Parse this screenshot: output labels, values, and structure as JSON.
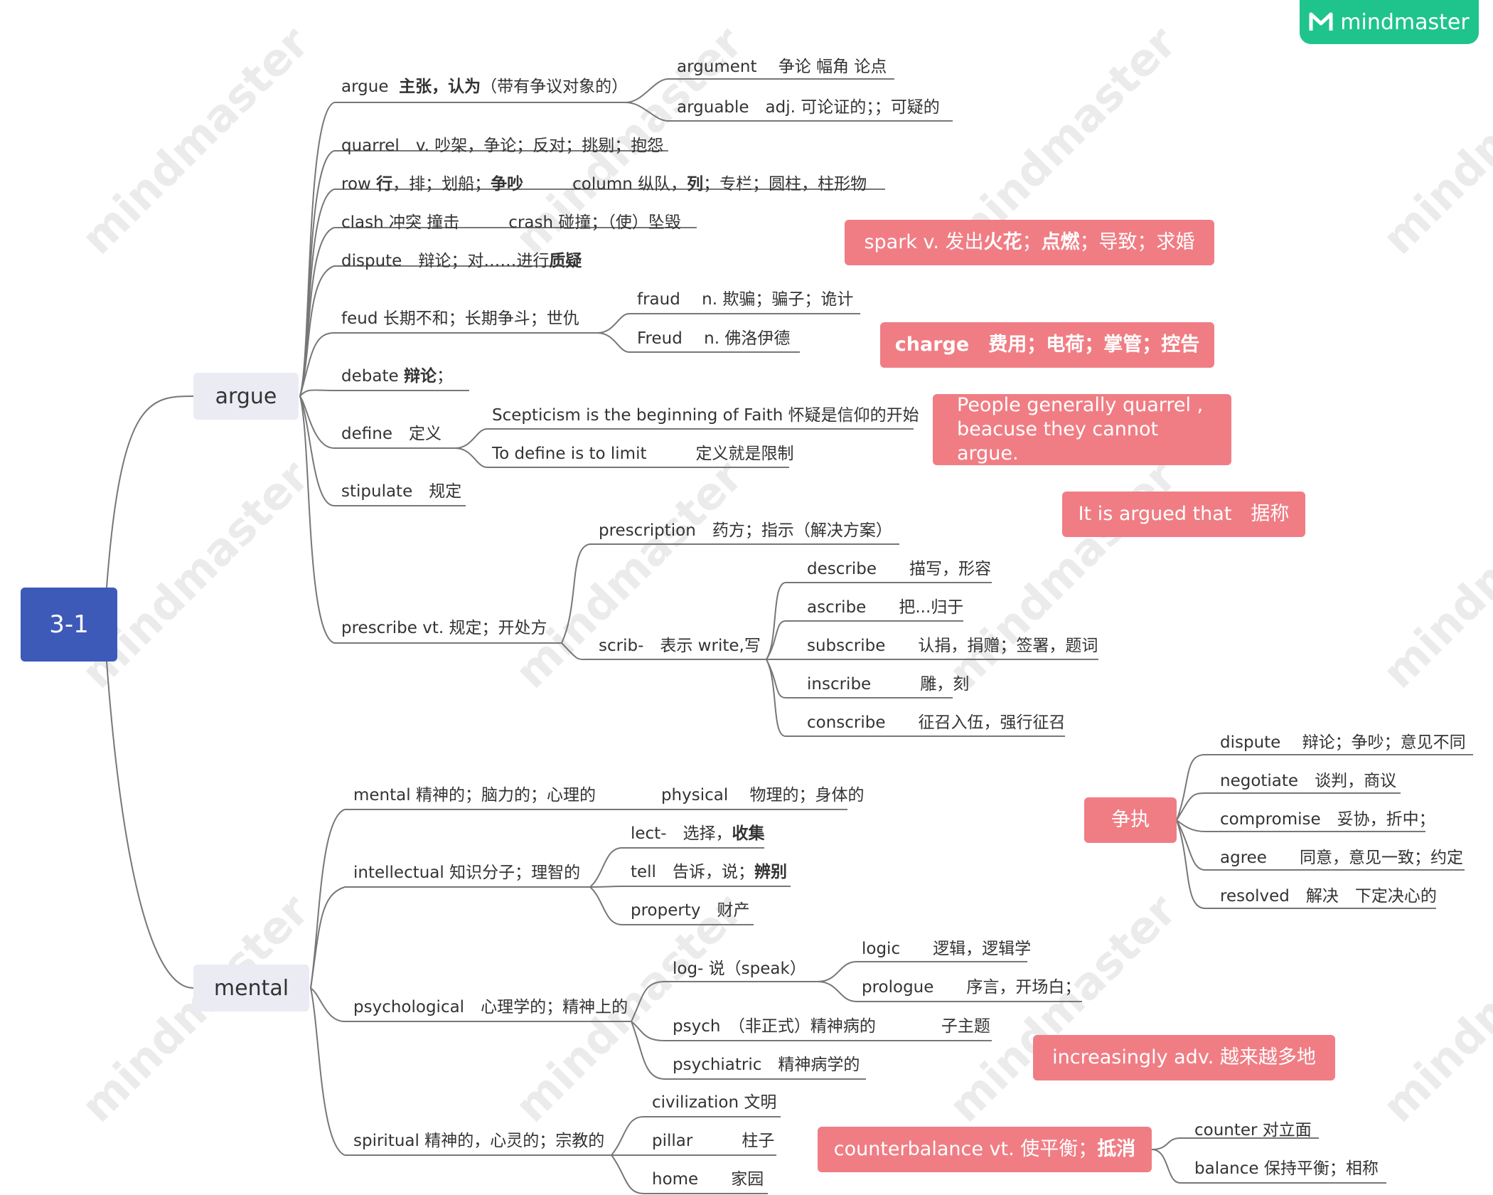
{
  "brand": {
    "logo_text": "mindmaster",
    "watermark": "mindmaster",
    "accent": "#1fc48c"
  },
  "colors": {
    "root": "#3d5ab8",
    "branch": "#ebebf4",
    "float": "#f07d84",
    "line": "#777777"
  },
  "root": {
    "label": "3-1"
  },
  "branches": {
    "argue": {
      "label": "argue"
    },
    "mental": {
      "label": "mental"
    }
  },
  "argue": {
    "argue_line": {
      "word": "argue",
      "bold": "主张，认为",
      "rest": "（带有争议对象的）"
    },
    "argument": "argument　 争论 幅角 论点",
    "arguable": "arguable　adj. 可论证的；；可疑的",
    "quarrel": "quarrel　v. 吵架，争论；反对；挑剔；抱怨",
    "row": {
      "a": "row ",
      "b": "行",
      "c": "，排；划船；",
      "d": "争吵",
      "e": "　　　column  纵队，",
      "f": "列",
      "g": "；专栏；圆柱，柱形物"
    },
    "clash": "clash 冲突 撞击　　　crash 碰撞；（使）坠毁",
    "dispute": {
      "a": "dispute　辩论；对……进行",
      "b": "质疑"
    },
    "feud": "feud  长期不和；长期争斗；世仇",
    "fraud": "fraud　 n. 欺骗；骗子；诡计",
    "freud": "Freud　 n. 佛洛伊德",
    "debate": {
      "a": "debate  ",
      "b": "辩论",
      "c": "；"
    },
    "define": "define　定义",
    "scepticism": "Scepticism is the beginning of Faith  怀疑是信仰的开始",
    "todefine": "To define is to limit　　　定义就是限制",
    "stipulate": "stipulate　规定",
    "prescribe": "prescribe  vt. 规定；开处方",
    "prescription": "prescription　药方；指示（解决方案）",
    "scrib": "scrib-　表示  write,写",
    "describe": "describe　　描写，形容",
    "ascribe": "ascribe　　把...归于",
    "subscribe": "subscribe　　认捐，捐赠；签署，题词",
    "inscribe": "inscribe　　　雕，刻",
    "conscribe": "conscribe　　征召入伍，强行征召"
  },
  "mental": {
    "mental_line": "mental 精神的；脑力的；心理的　　　　physical　 物理的；身体的",
    "intellectual": "intellectual  知识分子；理智的",
    "lect": {
      "a": "lect-　选择，",
      "b": "收集"
    },
    "tell": {
      "a": "tell　告诉，说；",
      "b": "辨别"
    },
    "property": "property　财产",
    "psychological": "psychological　心理学的；精神上的",
    "log": "log-  说（speak）",
    "logic": "logic　　逻辑，逻辑学",
    "prologue": "prologue　　序言，开场白；",
    "psych": "psych　（非正式）精神病的　　　　子主题",
    "psychiatric": "psychiatric　精神病学的",
    "spiritual": "spiritual 精神的，心灵的；宗教的",
    "civilization": "civilization  文明",
    "pillar": "pillar　　　柱子",
    "home": "home　　家园"
  },
  "floats": {
    "spark": {
      "a": "spark  v. 发出",
      "b": "火花",
      "c": "；",
      "d": "点燃",
      "e": "；导致；求婚"
    },
    "charge": "charge　费用；电荷；掌管；控告",
    "people_line1": "People generally quarrel ,",
    "people_line2": "beacuse they cannot argue.",
    "argued": "It is argued that　据称",
    "zhengzhi": "争执",
    "increasingly": "increasingly  adv. 越来越多地",
    "counterbalance": {
      "a": "counterbalance vt. 使平衡；",
      "b": "抵消"
    }
  },
  "zhengzhi_children": {
    "dispute": "dispute　 辩论；争吵；意见不同",
    "negotiate": "negotiate　谈判，商议",
    "compromise": "compromise　妥协，折中；",
    "agree": "agree　　同意，意见一致；约定",
    "resolved": "resolved　解决　下定决心的"
  },
  "counter_children": {
    "counter": "counter 对立面",
    "balance": "balance  保持平衡；相称"
  }
}
